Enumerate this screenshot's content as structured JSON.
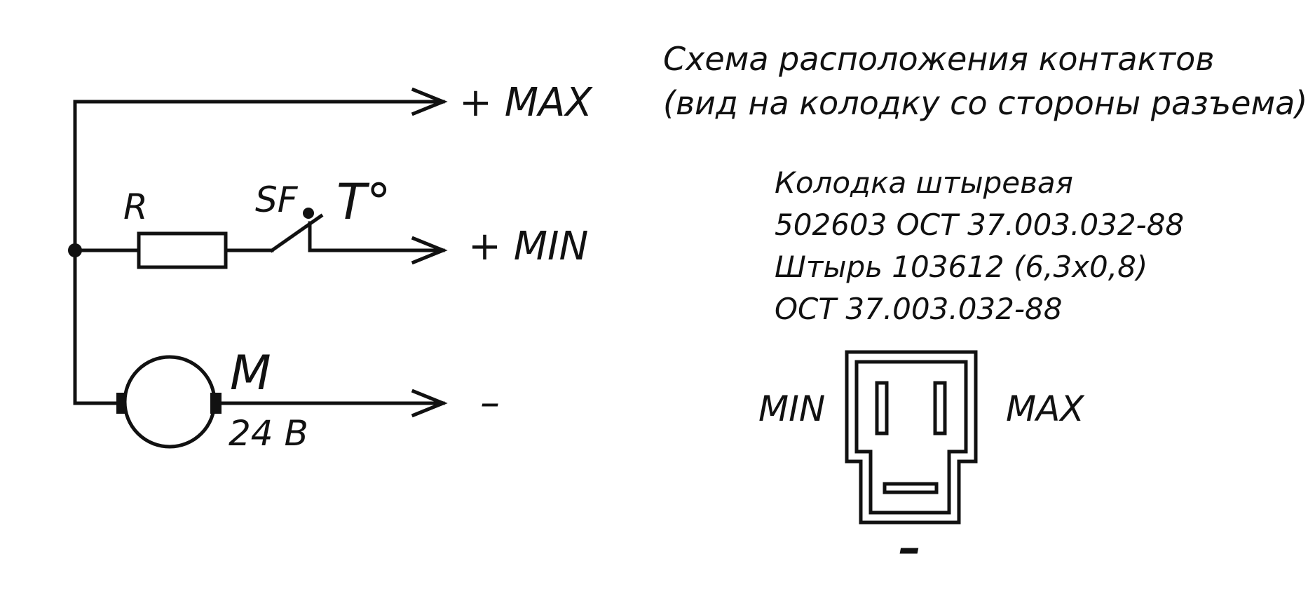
{
  "circuit": {
    "terminal_max": "+ MAX",
    "terminal_min": "+ MIN",
    "terminal_neg": "–",
    "resistor_label": "R",
    "switch_label": "SF",
    "thermal_label": "T°",
    "motor_label": "M",
    "motor_voltage": "24 В"
  },
  "connector": {
    "title_line1": "Схема расположения контактов",
    "title_line2": "(вид на колодку со стороны разъема)",
    "spec_lines": [
      "Колодка штыревая",
      "502603 ОСТ 37.003.032-88",
      "Штырь 103612 (6,3х0,8)",
      "ОСТ 37.003.032-88"
    ],
    "pin_min": "MIN",
    "pin_max": "MAX",
    "pin_neg": "–"
  }
}
